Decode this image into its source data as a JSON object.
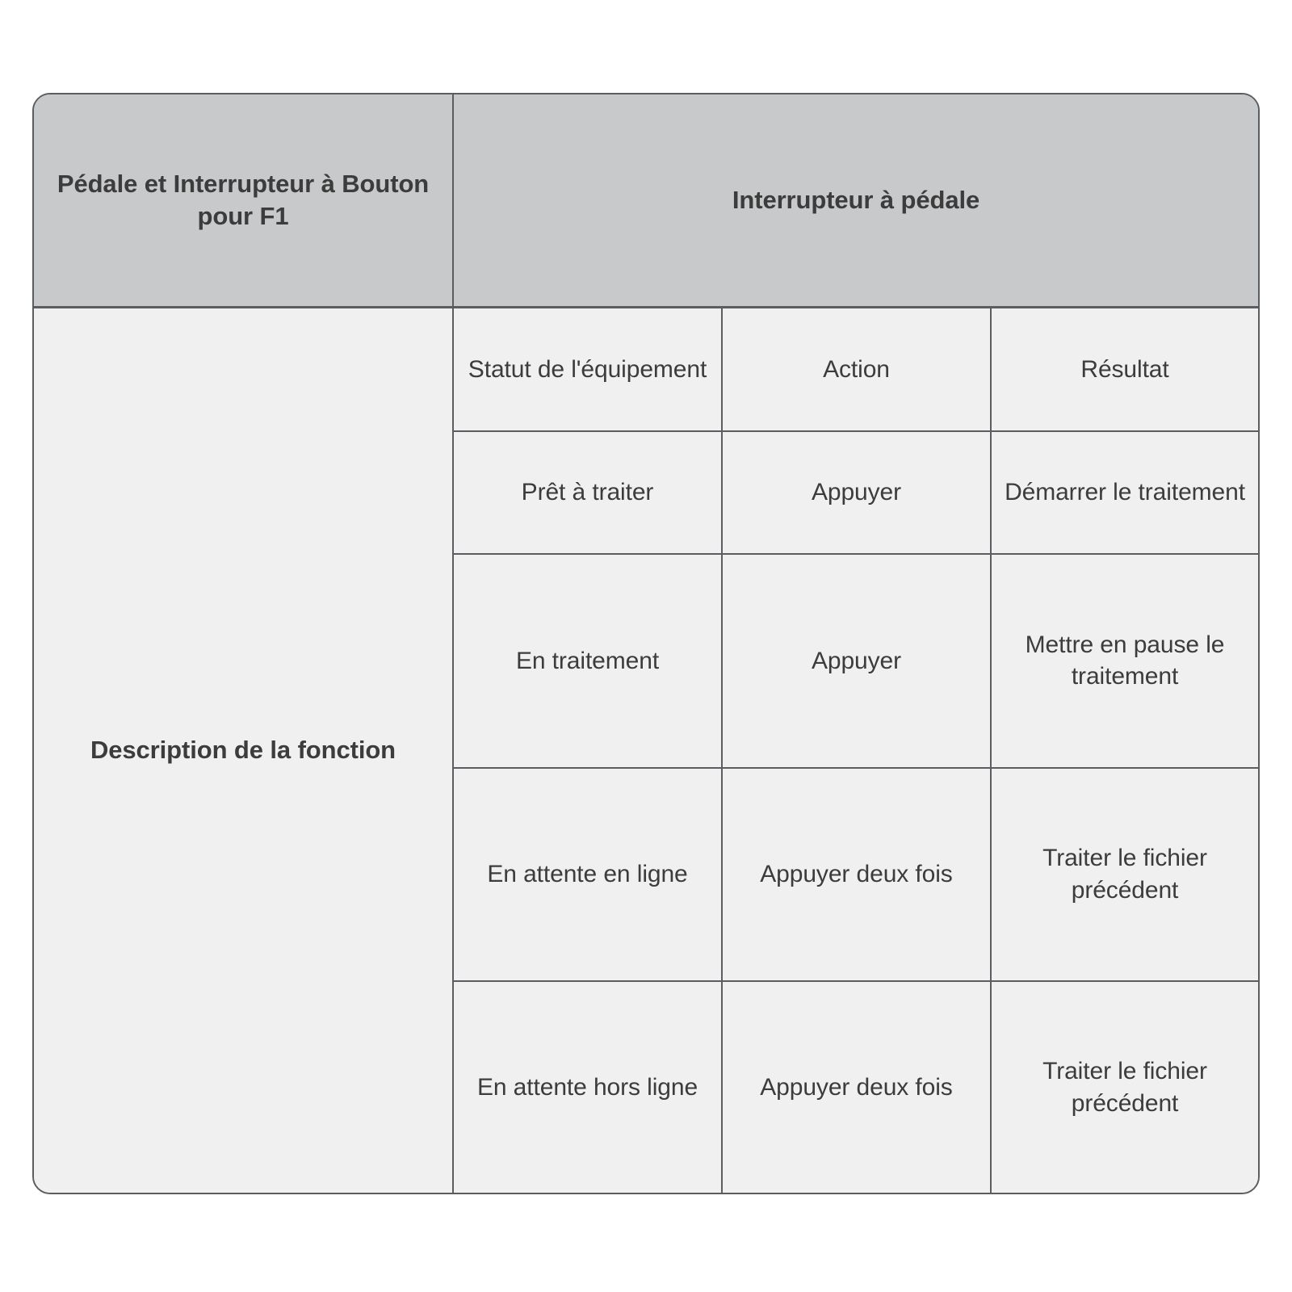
{
  "table": {
    "header": {
      "left_label": "Pédale et Interrupteur à Bouton pour F1",
      "right_label": "Interrupteur à pédale"
    },
    "row_label": "Description de la fonction",
    "columns": [
      "Statut de l'équipement",
      "Action",
      "Résultat"
    ],
    "rows": [
      {
        "status": "Statut de l'équipement",
        "action": "Action",
        "result": "Résultat"
      },
      {
        "status": "Prêt à traiter",
        "action": "Appuyer",
        "result": "Démarrer le traitement"
      },
      {
        "status": "En traitement",
        "action": "Appuyer",
        "result": "Mettre en pause le traitement"
      },
      {
        "status": "En attente en ligne",
        "action": "Appuyer deux fois",
        "result": "Traiter le fichier précédent"
      },
      {
        "status": "En attente hors ligne",
        "action": "Appuyer deux fois",
        "result": "Traiter le fichier précédent"
      }
    ],
    "colors": {
      "header_background": "#c8c9cb",
      "body_background": "#f0f0f0",
      "border": "#5b5d60",
      "text": "#3c3c3c",
      "page_background": "#ffffff"
    }
  }
}
